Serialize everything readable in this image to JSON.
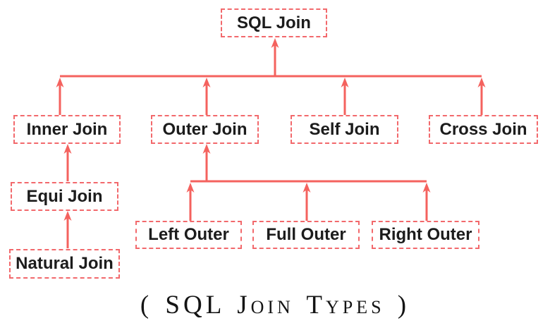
{
  "diagram": {
    "caption": "( SQL Join Types )",
    "nodes": {
      "sql_join": {
        "label": "SQL Join"
      },
      "inner_join": {
        "label": "Inner Join"
      },
      "outer_join": {
        "label": "Outer Join"
      },
      "self_join": {
        "label": "Self Join"
      },
      "cross_join": {
        "label": "Cross Join"
      },
      "equi_join": {
        "label": "Equi Join"
      },
      "natural_join": {
        "label": "Natural Join"
      },
      "left_outer": {
        "label": "Left Outer"
      },
      "full_outer": {
        "label": "Full Outer"
      },
      "right_outer": {
        "label": "Right Outer"
      }
    },
    "edges": [
      {
        "from": "Inner Join",
        "to": "SQL Join"
      },
      {
        "from": "Outer Join",
        "to": "SQL Join"
      },
      {
        "from": "Self Join",
        "to": "SQL Join"
      },
      {
        "from": "Cross Join",
        "to": "SQL Join"
      },
      {
        "from": "Equi Join",
        "to": "Inner Join"
      },
      {
        "from": "Natural Join",
        "to": "Equi Join"
      },
      {
        "from": "Left Outer",
        "to": "Outer Join"
      },
      {
        "from": "Full Outer",
        "to": "Outer Join"
      },
      {
        "from": "Right Outer",
        "to": "Outer Join"
      }
    ],
    "colors": {
      "box_border": "#f2696c",
      "arrow": "#f4625e",
      "text": "#1c1c1c",
      "background": "#ffffff"
    }
  }
}
